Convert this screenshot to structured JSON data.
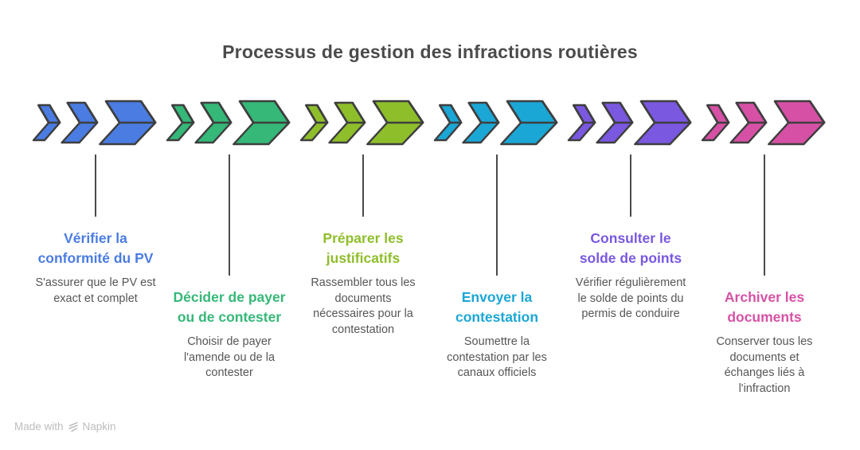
{
  "title": "Processus de gestion des infractions routières",
  "steps": [
    {
      "title": "Vérifier la conformité du PV",
      "description": "S'assurer que le PV est exact et complet",
      "color": "#4A7CE2"
    },
    {
      "title": "Décider de payer ou de contester",
      "description": "Choisir de payer l'amende ou de la contester",
      "color": "#35B878"
    },
    {
      "title": "Préparer les justificatifs",
      "description": "Rassembler tous les documents nécessaires pour la contestation",
      "color": "#8FBE2B"
    },
    {
      "title": "Envoyer la contestation",
      "description": "Soumettre la contestation par les canaux officiels",
      "color": "#1BA7D6"
    },
    {
      "title": "Consulter le solde de points",
      "description": "Vérifier régulièrement le solde de points du permis de conduire",
      "color": "#7A58E0"
    },
    {
      "title": "Archiver les documents",
      "description": "Conserver tous les documents et échanges liés à l'infraction",
      "color": "#D651A5"
    }
  ],
  "footer": {
    "made_with": "Made with",
    "brand": "Napkin"
  },
  "colors": {
    "background": "#FFFFFF",
    "border": "#3E3E3E",
    "heading_text": "#4B4B4B",
    "description_text": "#565656",
    "connector": "#4A4A4A",
    "footer_text": "#BDBDBD"
  }
}
